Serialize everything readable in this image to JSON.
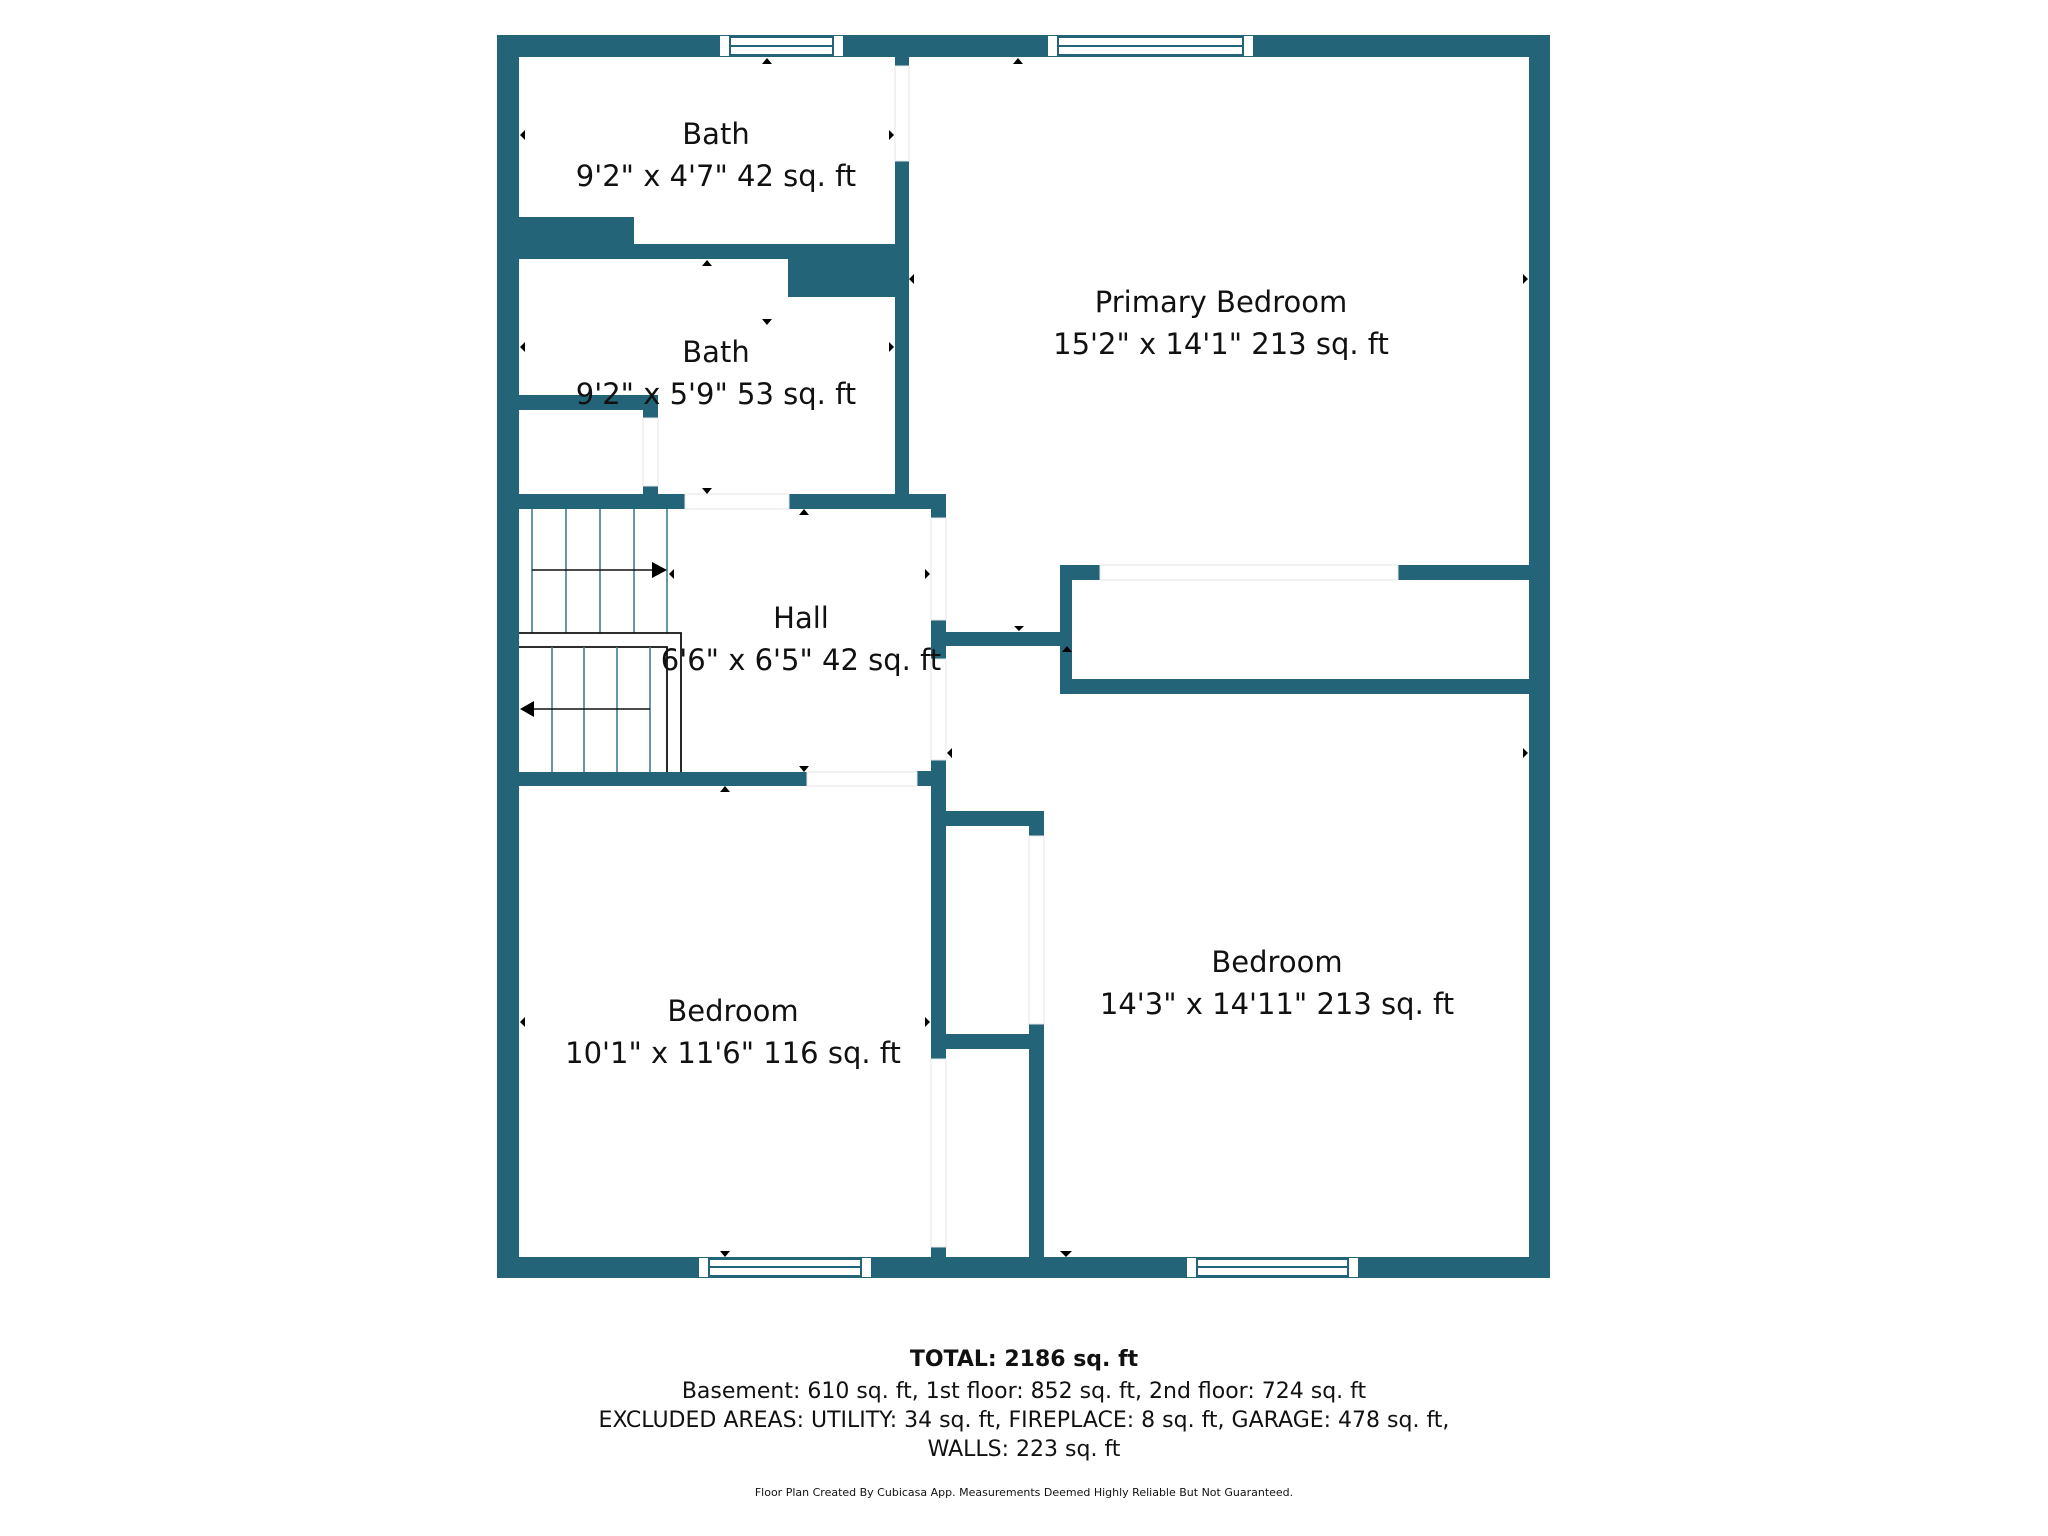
{
  "colors": {
    "wall": "#236478",
    "background": "#ffffff",
    "text": "#111111"
  },
  "rooms": [
    {
      "name": "Bath",
      "dims": "9'2\" x 4'7\" 42 sq. ft"
    },
    {
      "name": "Bath",
      "dims": "9'2\" x 5'9\" 53 sq. ft"
    },
    {
      "name": "Hall",
      "dims": "6'6\" x 6'5\" 42 sq. ft"
    },
    {
      "name": "Primary Bedroom",
      "dims": "15'2\" x 14'1\" 213 sq. ft"
    },
    {
      "name": "Bedroom",
      "dims": "10'1\" x 11'6\" 116 sq. ft"
    },
    {
      "name": "Bedroom",
      "dims": "14'3\" x 14'11\" 213 sq. ft"
    }
  ],
  "footer": {
    "total": "TOTAL: 2186 sq. ft",
    "floors": "Basement: 610 sq. ft, 1st floor: 852 sq. ft, 2nd floor: 724 sq. ft",
    "excluded": "EXCLUDED AREAS: UTILITY: 34 sq. ft, FIREPLACE: 8 sq. ft, GARAGE: 478 sq. ft,",
    "walls": "WALLS: 223 sq. ft",
    "credit": "Floor Plan Created By Cubicasa App. Measurements Deemed Highly Reliable But Not Guaranteed."
  }
}
